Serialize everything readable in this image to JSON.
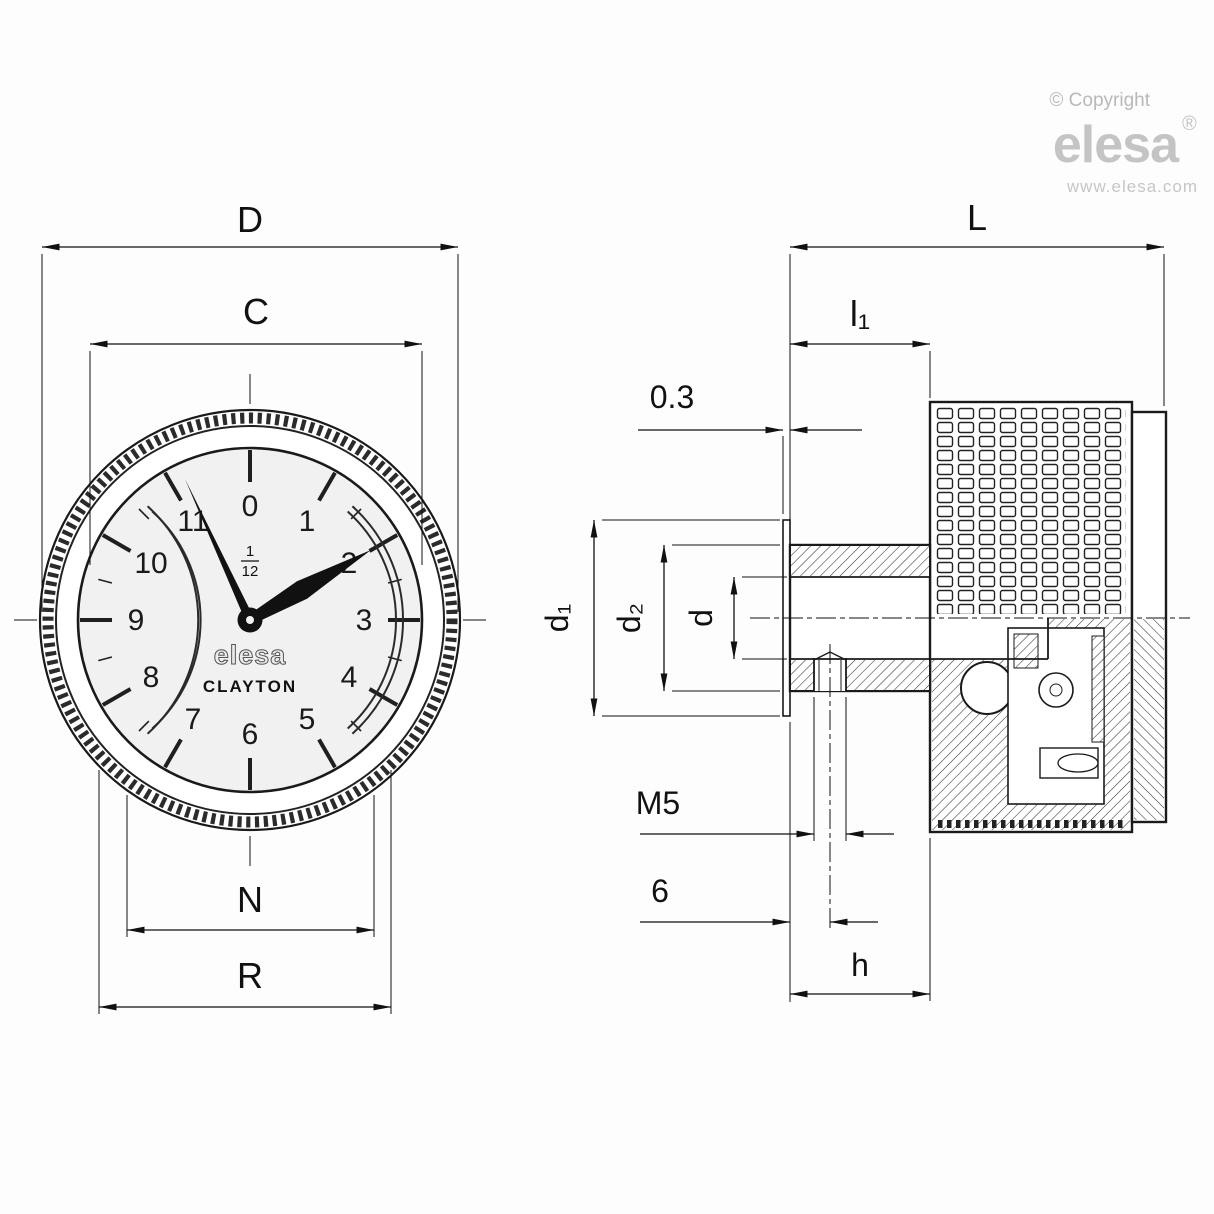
{
  "copyright": {
    "label": "© Copyright",
    "brand": "elesa",
    "registered": "®",
    "website": "www.elesa.com"
  },
  "front_view": {
    "dial_numbers": [
      "0",
      "1",
      "2",
      "3",
      "4",
      "5",
      "6",
      "7",
      "8",
      "9",
      "10",
      "11"
    ],
    "fraction": {
      "numerator": "1",
      "denominator": "12"
    },
    "dial_brand": "elesa",
    "dial_model": "CLAYTON",
    "dimensions": {
      "outer_diameter": "D",
      "dial_diameter": "C",
      "width_n": "N",
      "width_r": "R"
    }
  },
  "side_view": {
    "dimensions": {
      "length": "L",
      "hub_offset": "l₁",
      "clearance": "0.3",
      "d1": "d₁",
      "d2": "d₂",
      "bore": "d",
      "thread": "M5",
      "thread_offset": "6",
      "hub_length": "h"
    }
  }
}
